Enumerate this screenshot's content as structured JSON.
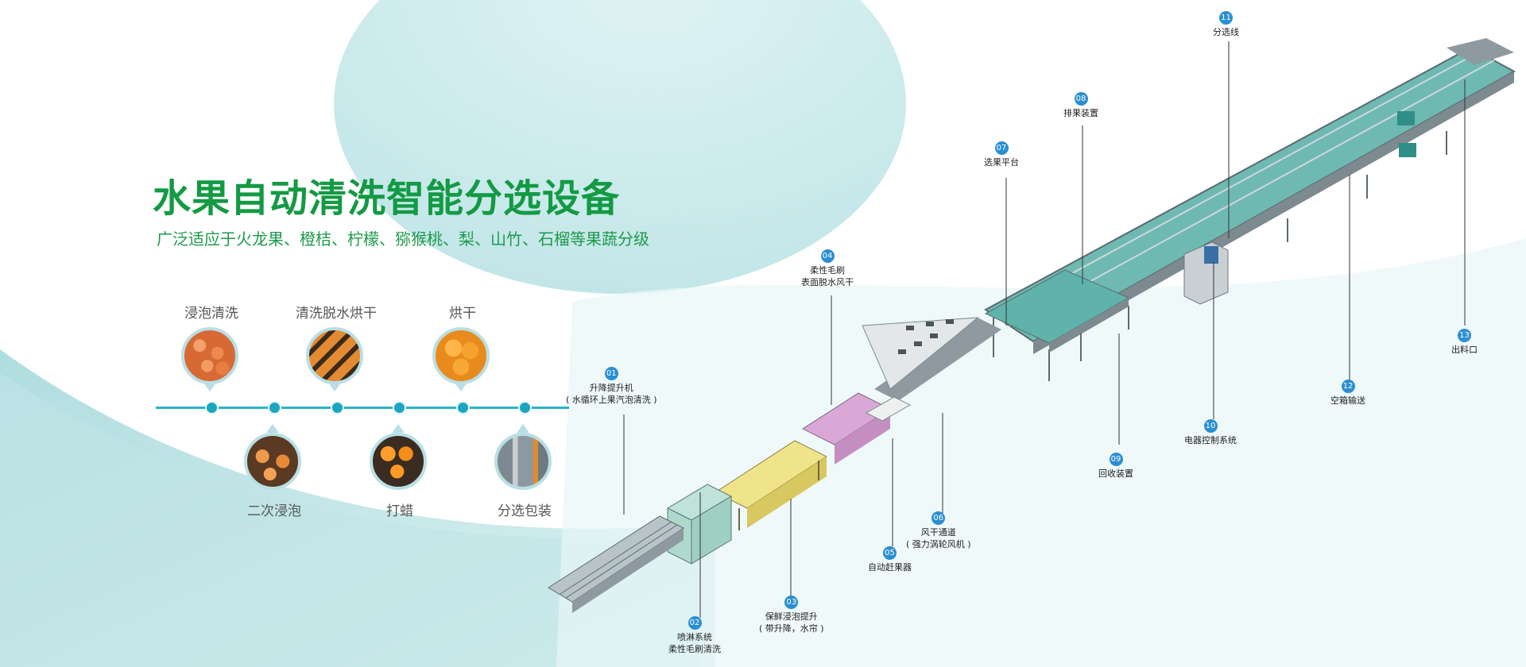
{
  "title": "水果自动清洗智能分选设备",
  "subtitle": "广泛适应于火龙果、橙桔、柠檬、猕猴桃、梨、山竹、石榴等果蔬分级",
  "process": {
    "top": [
      {
        "label": "浸泡清洗",
        "icon": "orange-soak-icon"
      },
      {
        "label": "清洗脱水烘干",
        "icon": "washing-rollers-icon"
      },
      {
        "label": "烘干",
        "icon": "oranges-icon"
      }
    ],
    "bottom": [
      {
        "label": "二次浸泡",
        "icon": "second-soak-icon"
      },
      {
        "label": "打蜡",
        "icon": "waxing-icon"
      },
      {
        "label": "分选包装",
        "icon": "sorting-machine-icon"
      }
    ]
  },
  "parts": [
    {
      "num": "01",
      "line1": "升降提升机",
      "line2": "( 水循环上果汽泡清洗 )"
    },
    {
      "num": "02",
      "line1": "喷淋系统",
      "line2": "柔性毛刷清洗"
    },
    {
      "num": "03",
      "line1": "保鲜浸泡提升",
      "line2": "( 带升降，水帘 )"
    },
    {
      "num": "04",
      "line1": "柔性毛刷",
      "line2": "表面脱水风干"
    },
    {
      "num": "05",
      "line1": "自动赶果器",
      "line2": ""
    },
    {
      "num": "06",
      "line1": "风干通道",
      "line2": "( 强力涡轮风机 )"
    },
    {
      "num": "07",
      "line1": "选果平台",
      "line2": ""
    },
    {
      "num": "08",
      "line1": "排果装置",
      "line2": ""
    },
    {
      "num": "09",
      "line1": "回收装置",
      "line2": ""
    },
    {
      "num": "10",
      "line1": "电器控制系统",
      "line2": ""
    },
    {
      "num": "11",
      "line1": "分选线",
      "line2": ""
    },
    {
      "num": "12",
      "line1": "空箱输送",
      "line2": ""
    },
    {
      "num": "13",
      "line1": "出料口",
      "line2": ""
    }
  ],
  "colors": {
    "title": "#139a43",
    "accent": "#2ab3c8",
    "badge": "#2a8fd2"
  }
}
